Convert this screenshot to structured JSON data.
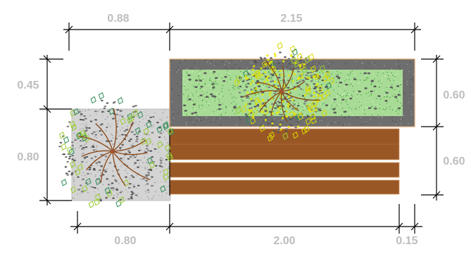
{
  "dimensions": {
    "top_left": "0.88",
    "top_right": "2.15",
    "left_upper": "0.45",
    "left_lower": "0.80",
    "right_upper": "0.60",
    "right_lower": "0.60",
    "bottom_left": "0.80",
    "bottom_middle": "2.00",
    "bottom_right": "0.15"
  },
  "colors": {
    "dimension_line": "#000000",
    "dimension_text": "#bdbdbd",
    "planter_border": "#6e6e6e",
    "planter_fill": "#8fd27c",
    "deck_wood": "#9a5726",
    "deck_gap": "#f3e3c4",
    "gravel": "#c8c8c8",
    "foliage_green": "#4caf50",
    "foliage_yellow": "#e6e600",
    "branch_brown": "#8b4513"
  },
  "icons": {
    "plant_left": "shrub-plan-icon",
    "plant_right": "shrub-plan-icon"
  }
}
